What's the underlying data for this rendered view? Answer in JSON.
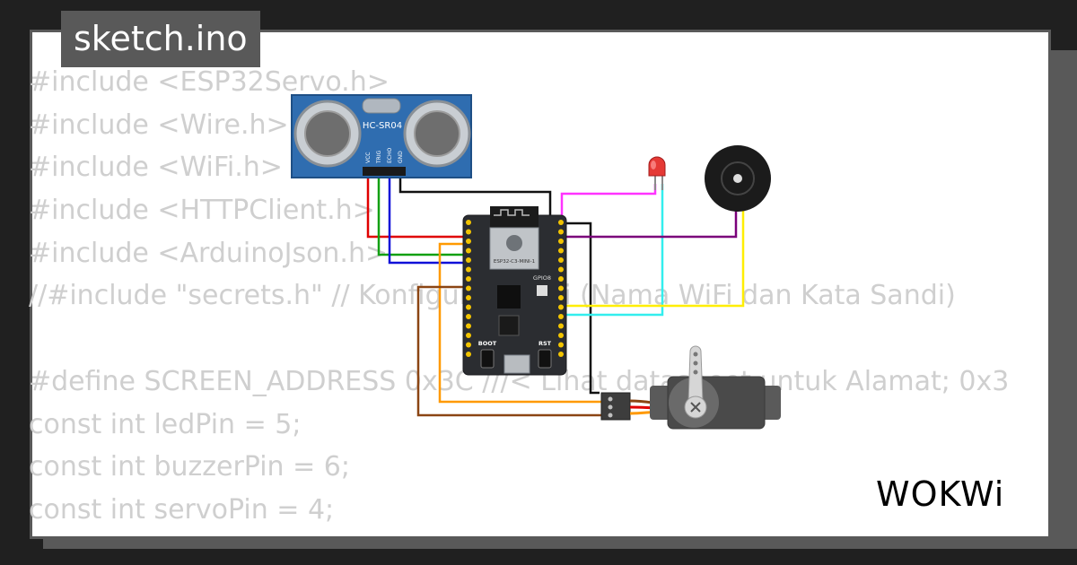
{
  "tab": {
    "filename": "sketch.ino"
  },
  "code_lines": [
    "#include <ESP32Servo.h>",
    "#include <Wire.h>",
    "#include <WiFi.h>",
    "#include <HTTPClient.h>",
    "#include <ArduinoJson.h>",
    "//#include \"secrets.h\" // Konfigurasi WiFi (Nama WiFi dan Kata Sandi)",
    "",
    "#define SCREEN_ADDRESS 0x3C ///< Lihat datasheet untuk Alamat; 0x3",
    "const int ledPin = 5;",
    "const int buzzerPin = 6;",
    "const int servoPin = 4;"
  ],
  "components": {
    "sensor": {
      "model": "HC-SR04",
      "pins": [
        "VCC",
        "TRIG",
        "ECHO",
        "GND"
      ]
    },
    "board": {
      "chip": "ESP32-C3-MINI-1",
      "led_label": "GPIO8",
      "boot_label": "BOOT",
      "rst_label": "RST"
    },
    "led": {
      "color": "#e53935"
    },
    "buzzer": {
      "color": "#1b1b1b"
    },
    "servo": {
      "color": "#4a4a4a"
    }
  },
  "wire_colors": {
    "vcc": "#e00000",
    "trig": "#12a012",
    "echo": "#1010d8",
    "gnd": "#111111",
    "led": "#ff33ff",
    "led_return": "#33eeee",
    "buzzer": "#7a007a",
    "buzzer_return": "#ffee00",
    "servo_signal": "#ff9900",
    "servo_ground": "#8b4513"
  },
  "logo": {
    "text": "WOKWi"
  },
  "colors": {
    "background": "#202020",
    "frame": "#595959",
    "code_text": "#cfcfcf",
    "card": "#ffffff"
  }
}
